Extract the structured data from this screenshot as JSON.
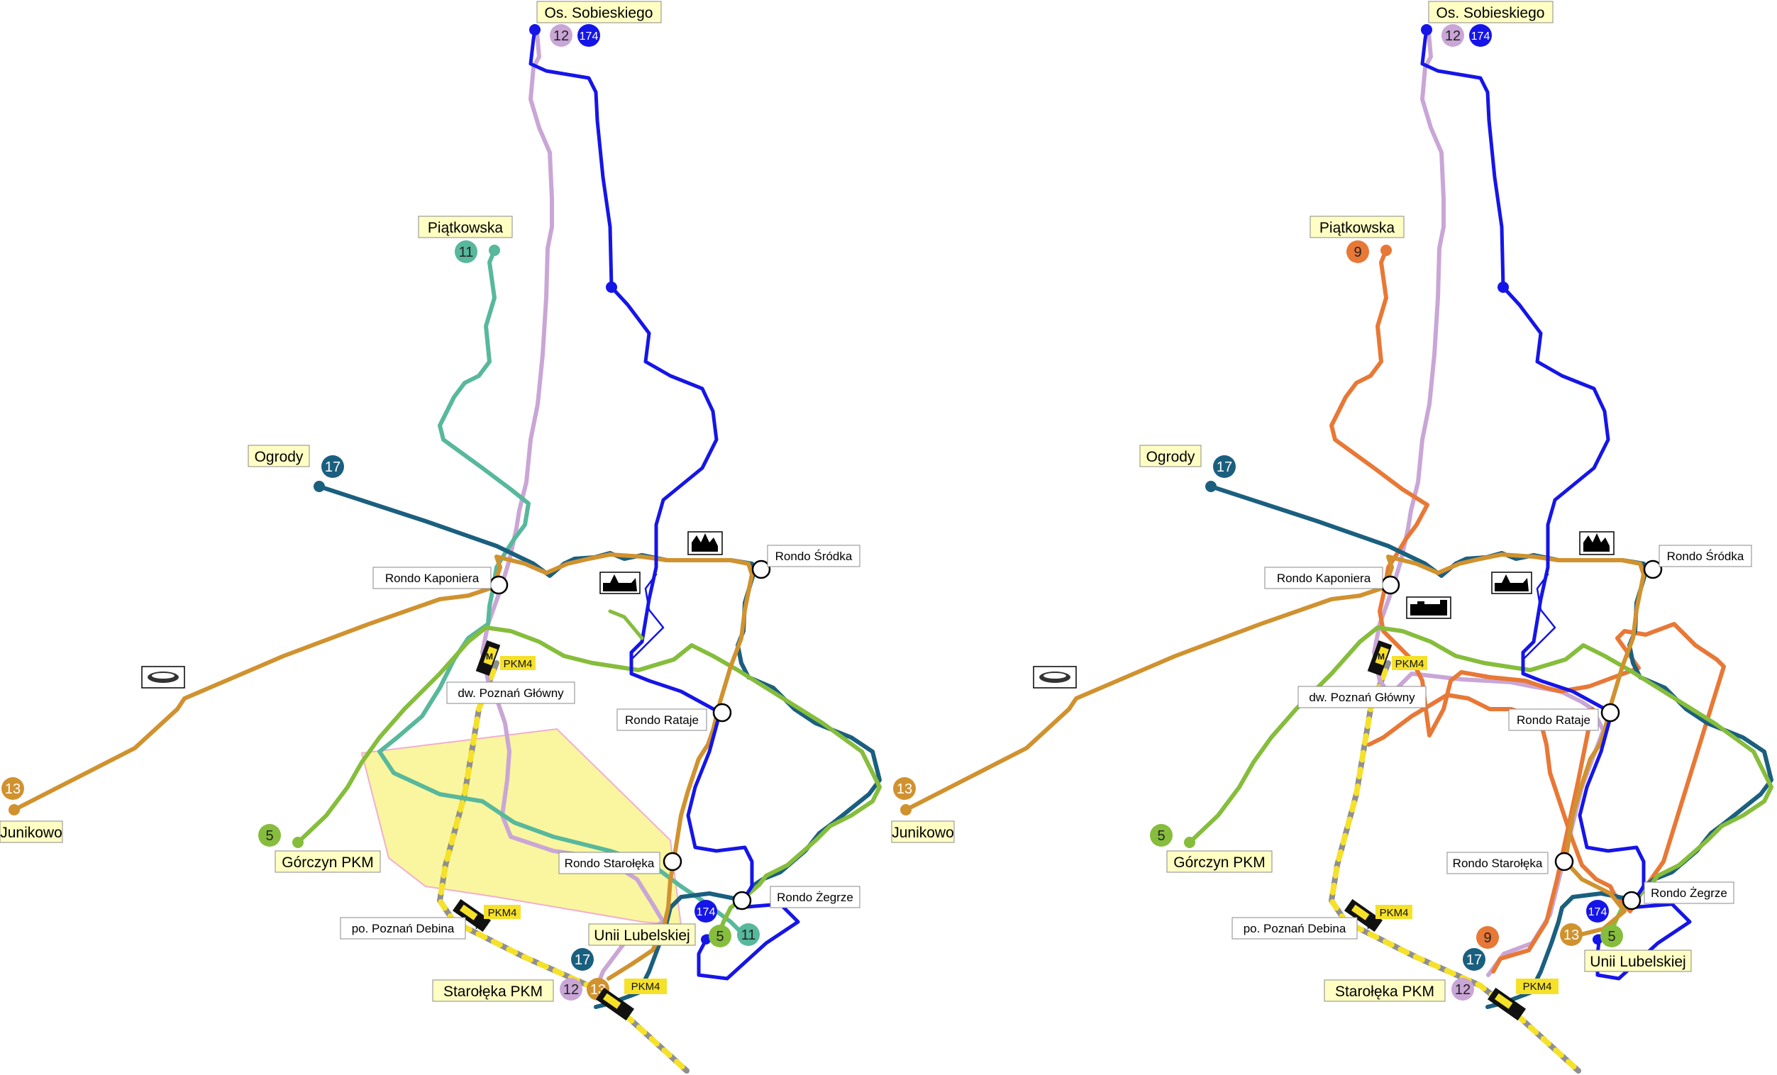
{
  "colors": {
    "line5": "#86bd3c",
    "line9": "#e87836",
    "line11": "#57b89c",
    "line12": "#c9a6d6",
    "line13": "#d0922f",
    "line17": "#1b5f7f",
    "line174": "#1515e8",
    "zone_fill": "#f9f58f",
    "zone_stroke": "#f0a0c8",
    "label_fill": "#ffffc4",
    "rail_yellow": "#f6e12a",
    "rail_grey": "#8f8f8f"
  },
  "lines": {
    "l5": "5",
    "l9": "9",
    "l11": "11",
    "l12": "12",
    "l13": "13",
    "l17": "17",
    "l174": "174"
  },
  "terminals": {
    "sobieskiego": "Os. Sobieskiego",
    "piatkowska": "Piątkowska",
    "ogrody": "Ogrody",
    "junikowo": "Junikowo",
    "gorczyn": "Górczyn PKM",
    "staroleka_pkm": "Starołęka PKM",
    "unii": "Unii Lubelskiej"
  },
  "nodes": {
    "kaponiera": "Rondo Kaponiera",
    "srodka": "Rondo Śródka",
    "rataje": "Rondo Rataje",
    "staroleka": "Rondo Starołęka",
    "zegrze": "Rondo Żegrze",
    "poznan_glowny": "dw. Poznań Główny",
    "poznan_debina": "po. Poznań Debina"
  },
  "rail": {
    "pkm": "PKM4",
    "metro_letter": "M"
  },
  "icons": {
    "cathedral": "cathedral-icon",
    "old_town": "old-town-icon",
    "stadium": "stadium-icon",
    "castle": "castle-icon"
  }
}
